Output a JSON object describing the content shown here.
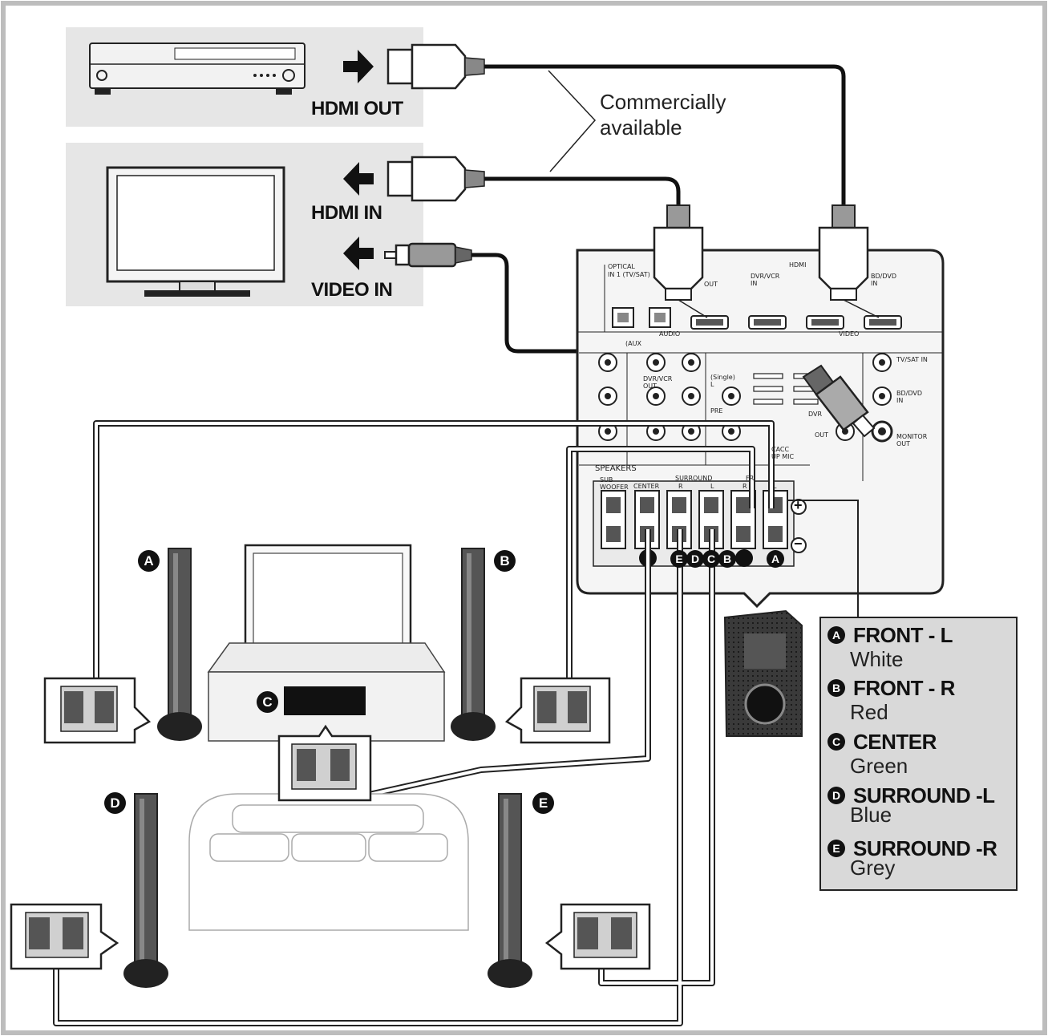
{
  "labels": {
    "hdmi_out": "HDMI OUT",
    "hdmi_in": "HDMI IN",
    "video_in": "VIDEO IN",
    "callout": [
      "Commercially",
      "available"
    ]
  },
  "receiver": {
    "optical": "OPTICAL",
    "optical_sub": "IN 1 (TV/SAT)",
    "hdmi": "HDMI",
    "dvr_vcr_in": "DVR/VCR IN",
    "bd_dvd_in": "BD/DVD IN",
    "out": "OUT",
    "audio": "AUDIO",
    "video": "VIDEO",
    "aux": "(AUX",
    "dvr_vcr_out": "DVR/VCR OUT",
    "single": "(Single) L",
    "pre": "PRE",
    "tv_sat_in": "TV/SAT IN",
    "bd_dvd_in2": "BD/DVD IN",
    "dvr": "DVR",
    "out2": "OUT",
    "monitor_out": "MONITOR OUT",
    "ac_mic": "CACC UP MIC",
    "speakers": "SPEAKERS",
    "subwoofer": "SUB WOOFER",
    "center": "CENTER",
    "surround": "SURROUND",
    "surround_r": "R",
    "surround_l": "L",
    "front": "FR",
    "front_r": "R",
    "front_l": "L"
  },
  "terminal_markers": [
    "A",
    "B",
    "C",
    "D",
    "E"
  ],
  "receiver_badges": [
    "E",
    "D",
    "C",
    "B",
    "A"
  ],
  "legend": [
    {
      "letter": "A",
      "name": "FRONT - L",
      "color": "White"
    },
    {
      "letter": "B",
      "name": "FRONT - R",
      "color": "Red"
    },
    {
      "letter": "C",
      "name": "CENTER",
      "color": "Green"
    },
    {
      "letter": "D",
      "name": "SURROUND -L",
      "color": "Blue"
    },
    {
      "letter": "E",
      "name": "SURROUND -R",
      "color": "Grey"
    }
  ],
  "polarity": {
    "plus": "+",
    "minus": "−"
  },
  "colors": {
    "frame": "#bdbdbd",
    "panel": "#e6e6e6",
    "ink": "#111111",
    "legend_bg": "#d9d9d9"
  }
}
